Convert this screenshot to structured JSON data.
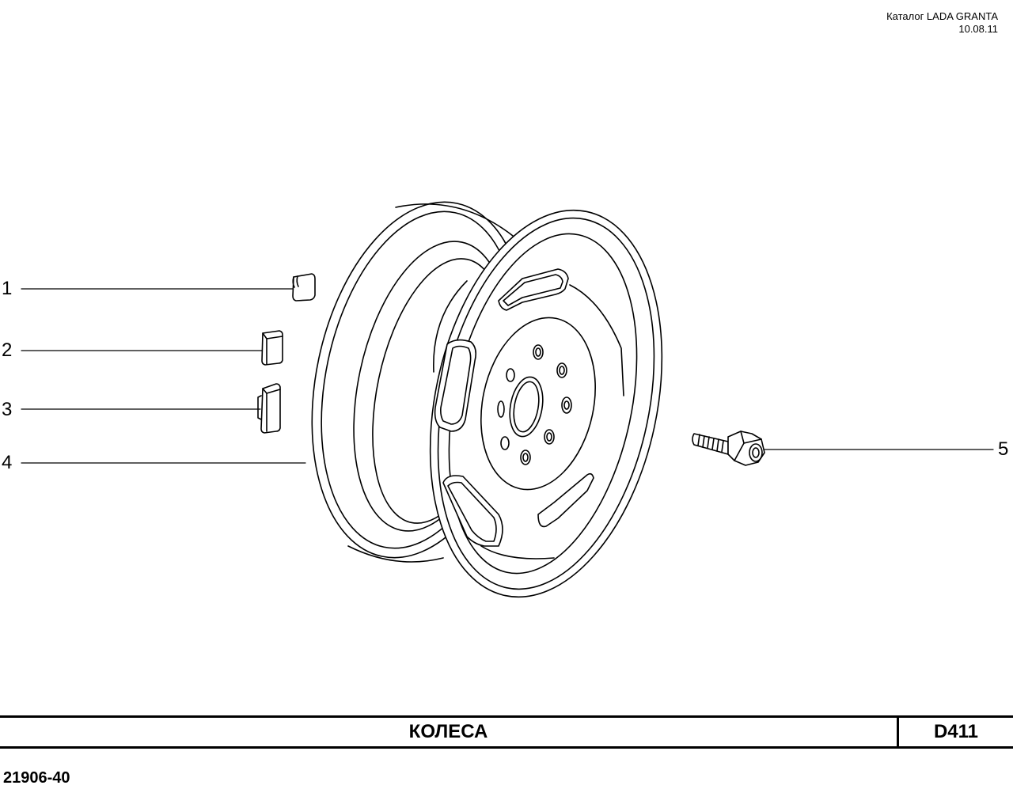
{
  "header": {
    "catalog": "Каталог LADA  GRANTA",
    "date": "10.08.11"
  },
  "callouts": [
    {
      "number": "1"
    },
    {
      "number": "2"
    },
    {
      "number": "3"
    },
    {
      "number": "4"
    },
    {
      "number": "5"
    }
  ],
  "title_block": {
    "title": "КОЛЕСА",
    "code": "D411"
  },
  "drawing_number": "21906-40"
}
